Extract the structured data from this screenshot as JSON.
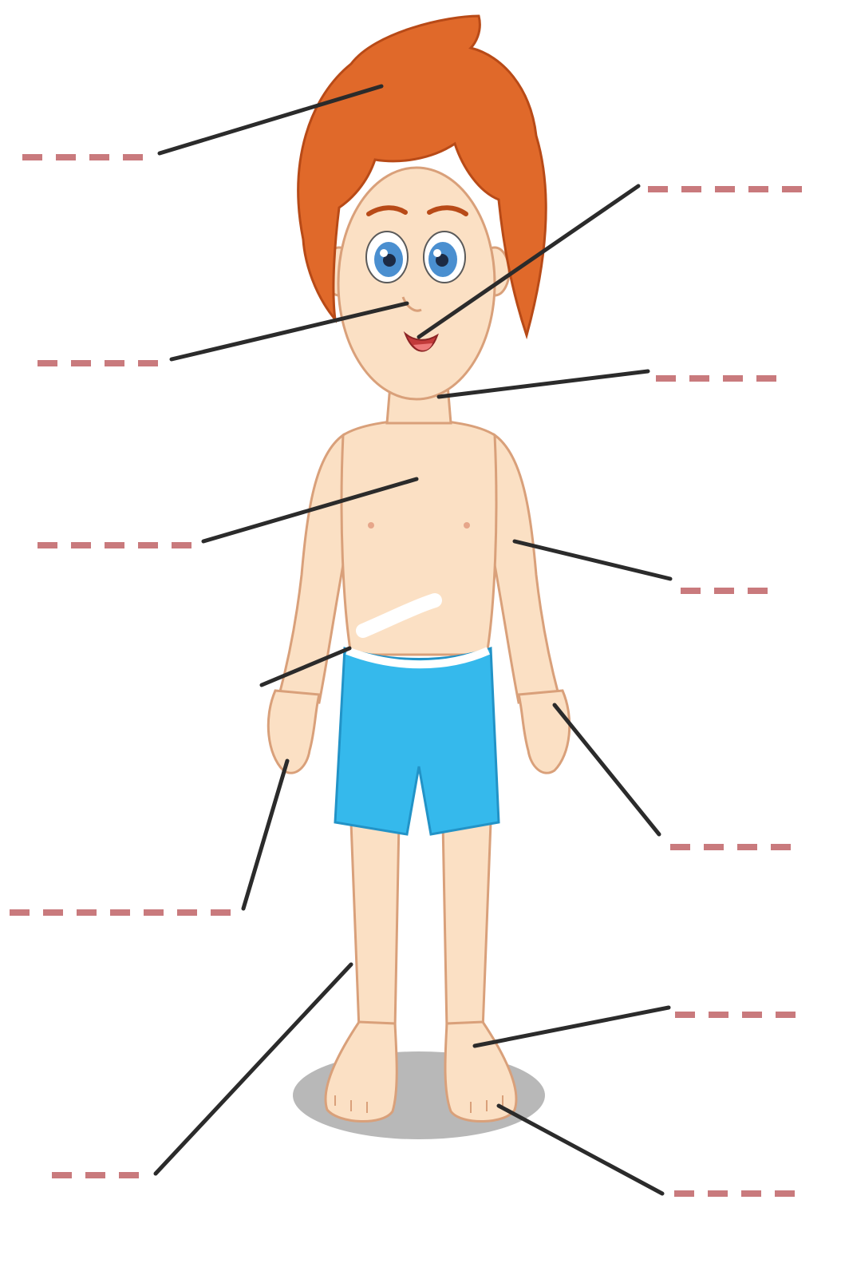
{
  "worksheet": {
    "subject": "boy-body-parts",
    "colors": {
      "hair": "#e0692a",
      "hair_shadow": "#b84a17",
      "skin": "#fbe0c4",
      "skin_outline": "#d9a07a",
      "shorts": "#35b9ec",
      "shorts_shadow": "#2293c7",
      "eyes": "#4a8fd0",
      "shadow": "#b8b8b8",
      "blank": "#c97a7d",
      "leader": "#2b2b2b"
    },
    "labels": [
      {
        "id": "hair",
        "side": "left",
        "dashes": 4
      },
      {
        "id": "mouth",
        "side": "right",
        "dashes": 5
      },
      {
        "id": "nose",
        "side": "left",
        "dashes": 4
      },
      {
        "id": "neck",
        "side": "right",
        "dashes": 4
      },
      {
        "id": "chest",
        "side": "left",
        "dashes": 5
      },
      {
        "id": "arm",
        "side": "right",
        "dashes": 3
      },
      {
        "id": "belly",
        "side": "left",
        "dashes": 0
      },
      {
        "id": "hand-left",
        "side": "left",
        "dashes": 7
      },
      {
        "id": "hand-right",
        "side": "right",
        "dashes": 4
      },
      {
        "id": "leg",
        "side": "left",
        "dashes": 3
      },
      {
        "id": "foot",
        "side": "right",
        "dashes": 4
      },
      {
        "id": "toes",
        "side": "right",
        "dashes": 4
      }
    ]
  }
}
